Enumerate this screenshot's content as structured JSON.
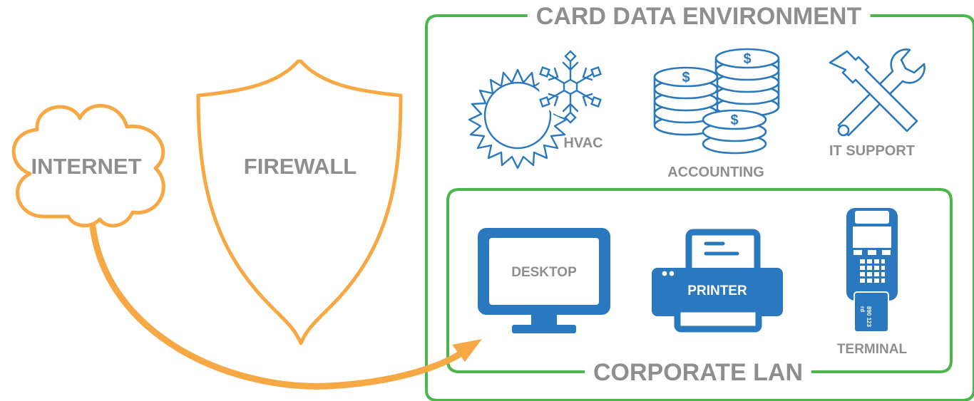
{
  "diagram": {
    "internet_label": "INTERNET",
    "firewall_label": "FIREWALL",
    "cde_label": "CARD DATA ENVIRONMENT",
    "lan_label": "CORPORATE LAN",
    "hvac_label": "HVAC",
    "accounting_label": "ACCOUNTING",
    "it_support_label": "IT SUPPORT",
    "desktop_label": "DESKTOP",
    "printer_label": "PRINTER",
    "terminal_label": "TERMINAL",
    "card_text_1": "rd",
    "card_text_2": "890 123"
  },
  "colors": {
    "orange": "#f5a843",
    "green": "#4cb54c",
    "blue": "#2a78bd",
    "grey_text": "#8e8e8e"
  },
  "icons": [
    "cloud-icon",
    "shield-icon",
    "sun-icon",
    "snowflake-icon",
    "coins-icon",
    "dollar-icon",
    "wrench-icon",
    "hammer-icon",
    "monitor-icon",
    "printer-icon",
    "card-terminal-icon",
    "arrow-icon"
  ]
}
